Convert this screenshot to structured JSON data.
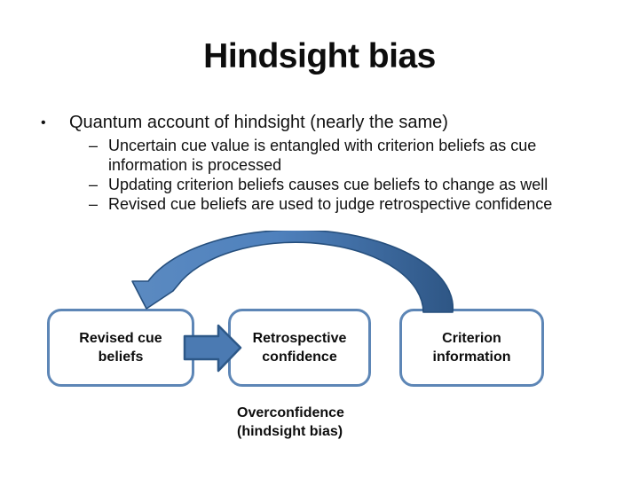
{
  "slide": {
    "title": "Hindsight bias",
    "bullet_glyph": "•",
    "dash_glyph": "–",
    "bullet": "Quantum account of hindsight (nearly the same)",
    "sub_bullets": [
      {
        "lines": [
          "Uncertain cue value is entangled with criterion beliefs as cue",
          "information is processed"
        ]
      },
      {
        "lines": [
          "Updating criterion beliefs causes cue beliefs to change as well"
        ]
      },
      {
        "lines": [
          "Revised cue beliefs are used to judge retrospective confidence"
        ]
      }
    ]
  },
  "diagram": {
    "boxes": [
      {
        "label_lines": [
          "Revised cue",
          "beliefs"
        ]
      },
      {
        "label_lines": [
          "Retrospective",
          "confidence"
        ]
      },
      {
        "label_lines": [
          "Criterion",
          "information"
        ]
      }
    ],
    "caption_lines": [
      "Overconfidence",
      "(hindsight bias)"
    ],
    "arrows": [
      {
        "name": "curved-feedback-arrow",
        "from": "Criterion information",
        "to": "Revised cue beliefs"
      },
      {
        "name": "block-arrow",
        "from": "Revised cue beliefs",
        "to": "Retrospective confidence"
      }
    ],
    "colors": {
      "box_border": "#5d86b6",
      "arrow_fill": "#4f81bd",
      "arrow_fill_dark": "#2e5685",
      "arrow_stroke": "#264f7d",
      "text": "#0d0d0d",
      "background": "#ffffff"
    }
  }
}
